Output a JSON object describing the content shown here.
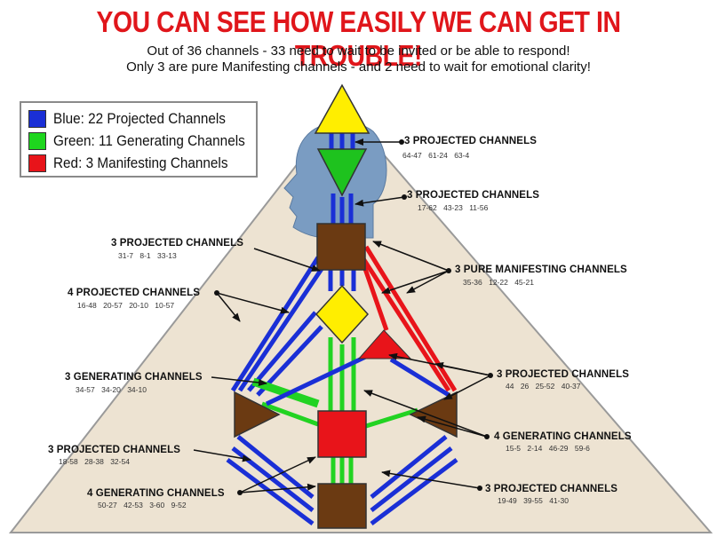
{
  "header": {
    "title": "YOU CAN SEE HOW EASILY WE CAN GET IN TROUBLE!",
    "subtitle_line1": "Out of 36 channels - 33 need to wait to be invited or be able to respond!",
    "subtitle_line2": "Only 3 are pure Manifesting channels - and 2 need to wait for emotional clarity!"
  },
  "legend": [
    {
      "label": "Blue:  22 Projected Channels",
      "color": "#1a2fd6"
    },
    {
      "label": "Green:  11 Generating Channels",
      "color": "#1ed61e"
    },
    {
      "label": "Red:  3 Manifesting Channels",
      "color": "#e8141a"
    }
  ],
  "colors": {
    "projected": "#1a2fd6",
    "generating": "#22d322",
    "manifesting": "#e8141a",
    "triangle_fill": "#ede3d2",
    "head_silhouette": "#7a9cc2",
    "head_center": "#ffee00",
    "ajna_center": "#1ec21e",
    "throat_center": "#6b3a12",
    "g_center": "#ffee00",
    "heart_center": "#e8141a",
    "spleen_center": "#6b3a12",
    "solar_plexus_center": "#6b3a12",
    "sacral_center": "#e8141a",
    "root_center": "#6b3a12"
  },
  "annotations": {
    "head_projected": {
      "title": "3 PROJECTED CHANNELS",
      "codes": "64-47  61-24  63-4"
    },
    "ajna_projected": {
      "title": "3 PROJECTED CHANNELS",
      "codes": "17-62  43-23  11-56"
    },
    "throat_projected": {
      "title": "3 PROJECTED CHANNELS",
      "codes": "31-7  8-1  33-13"
    },
    "pure_manifesting": {
      "title": "3 PURE MANIFESTING CHANNELS",
      "codes": "35-36  12-22  45-21"
    },
    "g_projected": {
      "title": "4 PROJECTED CHANNELS",
      "codes": "16-48  20-57  20-10  10-57"
    },
    "spleen_generating": {
      "title": "3 GENERATING CHANNELS",
      "codes": "34-57  34-20  34-10"
    },
    "solar_projected": {
      "title": "3 PROJECTED CHANNELS",
      "codes": "44 26  25-52  40-37"
    },
    "sacral_generating_right": {
      "title": "4 GENERATING CHANNELS",
      "codes": "15-5  2-14  46-29  59-6"
    },
    "root_projected_left": {
      "title": "3 PROJECTED CHANNELS",
      "codes": "18-58  28-38  32-54"
    },
    "root_generating": {
      "title": "4 GENERATING CHANNELS",
      "codes": "50-27  42-53  3-60  9-52"
    },
    "root_projected_right": {
      "title": "3 PROJECTED CHANNELS",
      "codes": "19-49  39-55  41-30"
    }
  }
}
